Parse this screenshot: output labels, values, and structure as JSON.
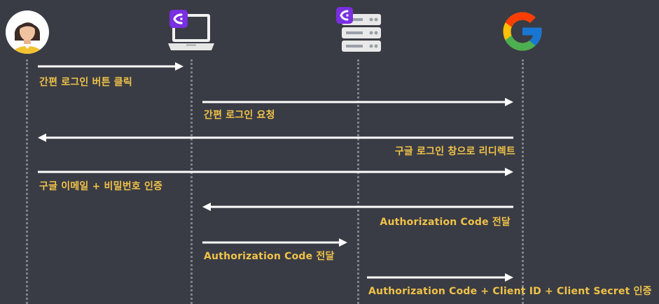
{
  "colors": {
    "background": "#393c44",
    "arrow": "#ffffff",
    "label": "#f0c24a",
    "lifeline": "#7f828a",
    "brand": "#7a2fe0"
  },
  "actors": [
    {
      "name": "user",
      "icon": "user-avatar-icon"
    },
    {
      "name": "client",
      "icon": "laptop-icon"
    },
    {
      "name": "server",
      "icon": "server-icon"
    },
    {
      "name": "google",
      "icon": "google-logo-icon"
    }
  ],
  "messages": [
    {
      "label": "간편 로그인 버튼 클릭"
    },
    {
      "label": "간편 로그인 요청"
    },
    {
      "label": "구글 로그인 창으로 리디렉트"
    },
    {
      "label": "구글 이메일 + 비밀번호 인증"
    },
    {
      "label": "Authorization Code 전달"
    },
    {
      "label": "Authorization Code 전달"
    },
    {
      "label": "Authorization Code + Client ID + Client Secret 인증"
    }
  ]
}
